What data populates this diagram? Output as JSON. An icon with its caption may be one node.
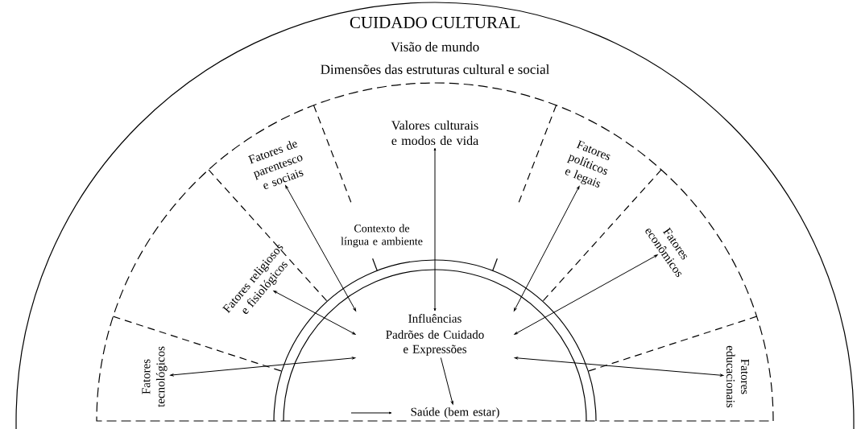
{
  "diagram": {
    "nodes": [
      {
        "text": [
          "Fatores tecnológicos"
        ]
      },
      {
        "text": [
          "Fatores religiosos e fisiológicos"
        ]
      },
      {
        "text": [
          "Fatores de parentesco e sociais"
        ]
      },
      {
        "text": [
          "Valores culturais e modos de vida"
        ]
      },
      {
        "text": [
          "Fatores políticos e legais"
        ]
      },
      {
        "text": [
          "Fatores econômicos"
        ]
      },
      {
        "text": [
          "Fatores educacionais"
        ]
      },
      {
        "text": [
          "Influências",
          "Padrões de Cuidado e Expressões"
        ]
      },
      {
        "text": [
          "Saúde (bem estar)"
        ]
      }
    ],
    "edges": [
      {
        "from": 0,
        "to": 7,
        "arrow": "both"
      },
      {
        "from": 1,
        "to": 7,
        "arrow": "both"
      },
      {
        "from": 2,
        "to": 7,
        "arrow": "both"
      },
      {
        "from": 3,
        "to": 7,
        "arrow": "both"
      },
      {
        "from": 4,
        "to": 7,
        "arrow": "both"
      },
      {
        "from": 5,
        "to": 7,
        "arrow": "both"
      },
      {
        "from": 6,
        "to": 7,
        "arrow": "both"
      },
      {
        "from": 7,
        "to": 8,
        "arrow": "to"
      },
      {
        "from": null,
        "to": 8,
        "arrow": "to"
      }
    ],
    "labels": [
      "CUIDADO CULTURAL",
      "Visão de mundo",
      "Dimensões das estruturas cultural e social",
      "Contexto de língua e ambiente"
    ]
  }
}
